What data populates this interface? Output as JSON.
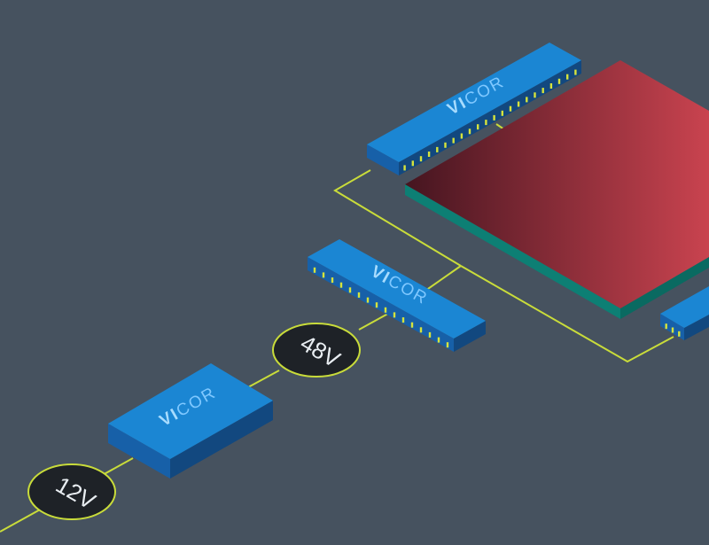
{
  "diagram": {
    "brand_prefix": "VI",
    "brand_suffix": "COR",
    "voltage_badges": [
      {
        "label": "12V"
      },
      {
        "label": "48V"
      }
    ],
    "colors": {
      "background": "#46525f",
      "wire": "#c9dc3a",
      "module_top": "#1b86d3",
      "module_left": "#1760a8",
      "module_right": "#12487f",
      "chip_dark": "#451520",
      "chip_light": "#c9434f",
      "chip_edge": "#0d7f74",
      "badge_fill": "#1e2227",
      "pins": "#d6e33c"
    }
  }
}
